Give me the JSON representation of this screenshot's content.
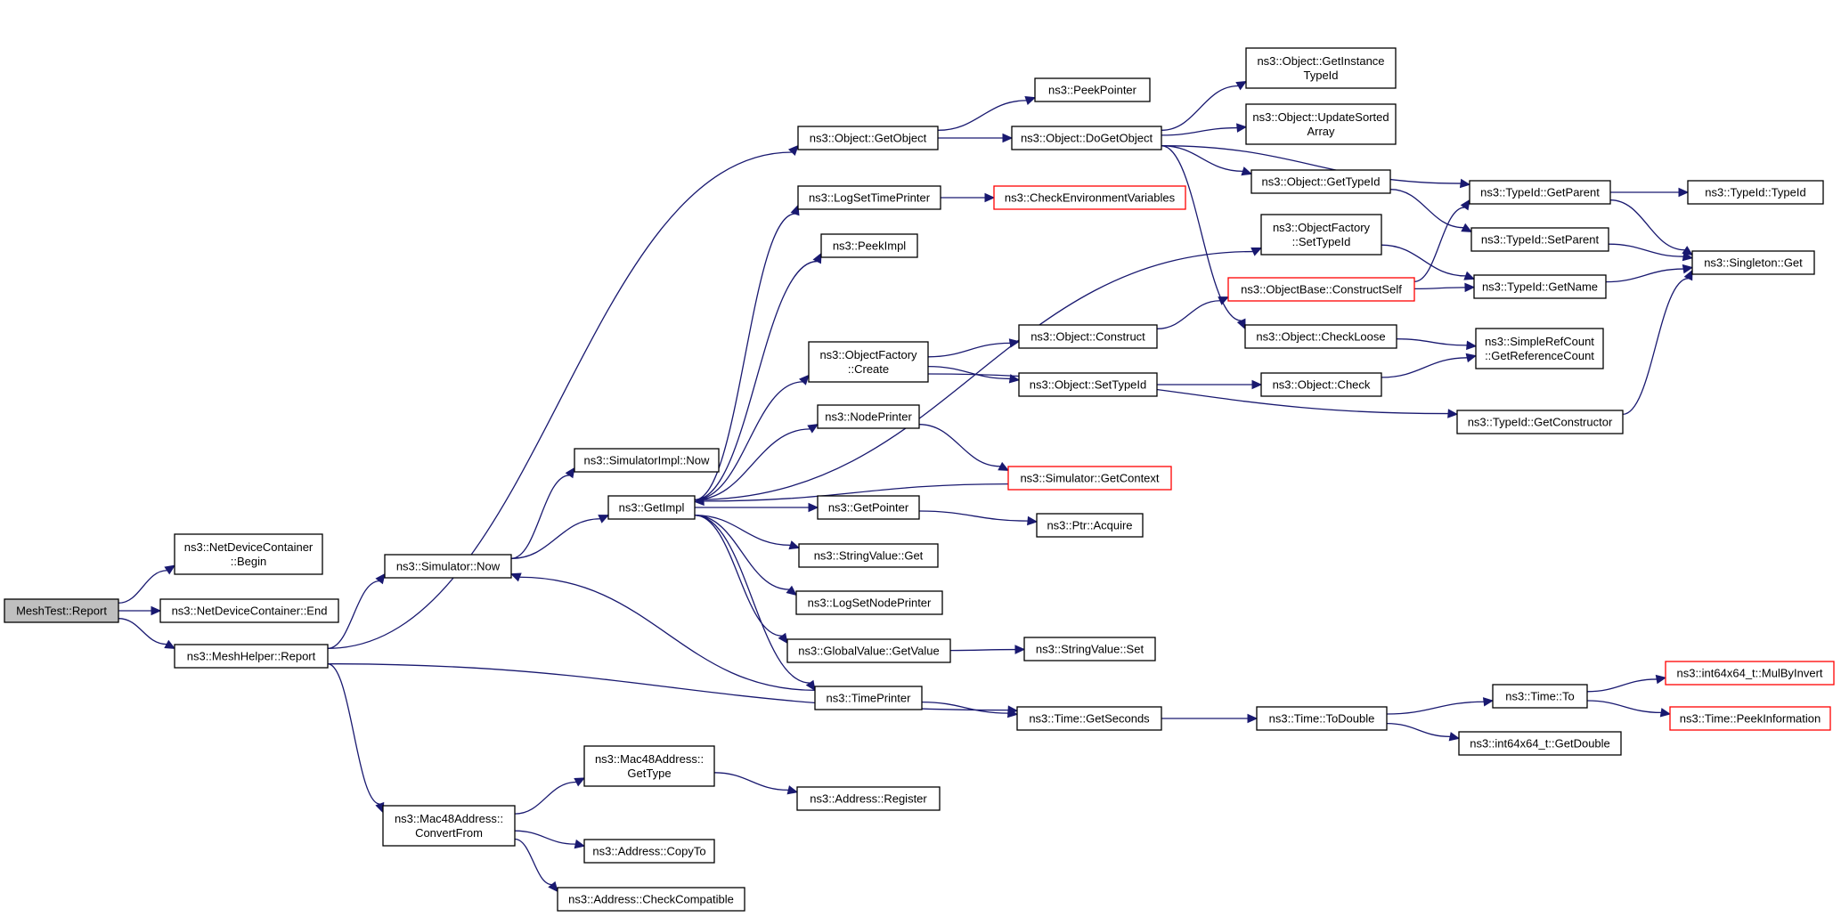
{
  "graph": {
    "edge_color": "#191970",
    "box_border_color": "#000000",
    "incomplete_box_border_color": "#ff0000",
    "root_fill_color": "#bfbfbf",
    "nodes": [
      {
        "id": "root",
        "lines": [
          "MeshTest::Report"
        ],
        "style": "root"
      },
      {
        "id": "ndc_begin",
        "lines": [
          "ns3::NetDeviceContainer",
          "::Begin"
        ]
      },
      {
        "id": "ndc_end",
        "lines": [
          "ns3::NetDeviceContainer::End"
        ]
      },
      {
        "id": "mesh_report",
        "lines": [
          "ns3::MeshHelper::Report"
        ]
      },
      {
        "id": "sim_now",
        "lines": [
          "ns3::Simulator::Now"
        ]
      },
      {
        "id": "mac_convert",
        "lines": [
          "ns3::Mac48Address::",
          "ConvertFrom"
        ]
      },
      {
        "id": "get_object",
        "lines": [
          "ns3::Object::GetObject"
        ]
      },
      {
        "id": "simimpl_now",
        "lines": [
          "ns3::SimulatorImpl::Now"
        ]
      },
      {
        "id": "get_impl",
        "lines": [
          "ns3::GetImpl"
        ]
      },
      {
        "id": "mac_gettype",
        "lines": [
          "ns3::Mac48Address::",
          "GetType"
        ]
      },
      {
        "id": "addr_copyto",
        "lines": [
          "ns3::Address::CopyTo"
        ]
      },
      {
        "id": "addr_checkcompat",
        "lines": [
          "ns3::Address::CheckCompatible"
        ]
      },
      {
        "id": "peek_pointer",
        "lines": [
          "ns3::PeekPointer"
        ]
      },
      {
        "id": "do_get_object",
        "lines": [
          "ns3::Object::DoGetObject"
        ]
      },
      {
        "id": "log_set_time",
        "lines": [
          "ns3::LogSetTimePrinter"
        ]
      },
      {
        "id": "check_env",
        "lines": [
          "ns3::CheckEnvironmentVariables"
        ],
        "style": "red"
      },
      {
        "id": "peek_impl",
        "lines": [
          "ns3::PeekImpl"
        ]
      },
      {
        "id": "of_create",
        "lines": [
          "ns3::ObjectFactory",
          "::Create"
        ]
      },
      {
        "id": "node_printer",
        "lines": [
          "ns3::NodePrinter"
        ]
      },
      {
        "id": "get_pointer",
        "lines": [
          "ns3::GetPointer"
        ]
      },
      {
        "id": "sv_get",
        "lines": [
          "ns3::StringValue::Get"
        ]
      },
      {
        "id": "log_set_node",
        "lines": [
          "ns3::LogSetNodePrinter"
        ]
      },
      {
        "id": "gv_getvalue",
        "lines": [
          "ns3::GlobalValue::GetValue"
        ]
      },
      {
        "id": "time_printer",
        "lines": [
          "ns3::TimePrinter"
        ]
      },
      {
        "id": "addr_register",
        "lines": [
          "ns3::Address::Register"
        ]
      },
      {
        "id": "obj_construct",
        "lines": [
          "ns3::Object::Construct"
        ]
      },
      {
        "id": "obj_settypeid",
        "lines": [
          "ns3::Object::SetTypeId"
        ]
      },
      {
        "id": "sim_getcontext",
        "lines": [
          "ns3::Simulator::GetContext"
        ],
        "style": "red"
      },
      {
        "id": "ptr_acquire",
        "lines": [
          "ns3::Ptr::Acquire"
        ]
      },
      {
        "id": "sv_set",
        "lines": [
          "ns3::StringValue::Set"
        ]
      },
      {
        "id": "time_getseconds",
        "lines": [
          "ns3::Time::GetSeconds"
        ]
      },
      {
        "id": "obj_getinstance",
        "lines": [
          "ns3::Object::GetInstance",
          "TypeId"
        ]
      },
      {
        "id": "obj_updatesorted",
        "lines": [
          "ns3::Object::UpdateSorted",
          "Array"
        ]
      },
      {
        "id": "obj_gettypeid",
        "lines": [
          "ns3::Object::GetTypeId"
        ]
      },
      {
        "id": "of_settypeid",
        "lines": [
          "ns3::ObjectFactory",
          "::SetTypeId"
        ]
      },
      {
        "id": "ob_constructself",
        "lines": [
          "ns3::ObjectBase::ConstructSelf"
        ],
        "style": "red"
      },
      {
        "id": "obj_checkloose",
        "lines": [
          "ns3::Object::CheckLoose"
        ]
      },
      {
        "id": "obj_check",
        "lines": [
          "ns3::Object::Check"
        ]
      },
      {
        "id": "time_todouble",
        "lines": [
          "ns3::Time::ToDouble"
        ]
      },
      {
        "id": "tid_getparent",
        "lines": [
          "ns3::TypeId::GetParent"
        ]
      },
      {
        "id": "tid_setparent",
        "lines": [
          "ns3::TypeId::SetParent"
        ]
      },
      {
        "id": "tid_getname",
        "lines": [
          "ns3::TypeId::GetName"
        ]
      },
      {
        "id": "src_getrefcount",
        "lines": [
          "ns3::SimpleRefCount",
          "::GetReferenceCount"
        ]
      },
      {
        "id": "tid_getconstructor",
        "lines": [
          "ns3::TypeId::GetConstructor"
        ]
      },
      {
        "id": "time_to",
        "lines": [
          "ns3::Time::To"
        ]
      },
      {
        "id": "i64_getdouble",
        "lines": [
          "ns3::int64x64_t::GetDouble"
        ]
      },
      {
        "id": "tid_typeid",
        "lines": [
          "ns3::TypeId::TypeId"
        ]
      },
      {
        "id": "singleton_get",
        "lines": [
          "ns3::Singleton::Get"
        ]
      },
      {
        "id": "i64_mulbyinvert",
        "lines": [
          "ns3::int64x64_t::MulByInvert"
        ],
        "style": "red"
      },
      {
        "id": "time_peekinfo",
        "lines": [
          "ns3::Time::PeekInformation"
        ],
        "style": "red"
      }
    ],
    "edges": [
      [
        "root",
        "ndc_begin"
      ],
      [
        "root",
        "ndc_end"
      ],
      [
        "root",
        "mesh_report"
      ],
      [
        "mesh_report",
        "sim_now"
      ],
      [
        "mesh_report",
        "mac_convert"
      ],
      [
        "mesh_report",
        "get_object"
      ],
      [
        "mesh_report",
        "time_getseconds"
      ],
      [
        "sim_now",
        "simimpl_now"
      ],
      [
        "sim_now",
        "get_impl"
      ],
      [
        "get_impl",
        "log_set_time"
      ],
      [
        "get_impl",
        "peek_impl"
      ],
      [
        "get_impl",
        "of_settypeid"
      ],
      [
        "get_impl",
        "of_create"
      ],
      [
        "get_impl",
        "node_printer"
      ],
      [
        "get_impl",
        "get_pointer"
      ],
      [
        "get_impl",
        "sv_get"
      ],
      [
        "get_impl",
        "log_set_node"
      ],
      [
        "get_impl",
        "gv_getvalue"
      ],
      [
        "get_impl",
        "time_printer"
      ],
      [
        "mac_convert",
        "mac_gettype"
      ],
      [
        "mac_convert",
        "addr_copyto"
      ],
      [
        "mac_convert",
        "addr_checkcompat"
      ],
      [
        "mac_gettype",
        "addr_register"
      ],
      [
        "get_object",
        "peek_pointer"
      ],
      [
        "get_object",
        "do_get_object"
      ],
      [
        "do_get_object",
        "obj_getinstance"
      ],
      [
        "do_get_object",
        "obj_updatesorted"
      ],
      [
        "do_get_object",
        "obj_gettypeid"
      ],
      [
        "do_get_object",
        "tid_getparent"
      ],
      [
        "do_get_object",
        "obj_checkloose"
      ],
      [
        "log_set_time",
        "check_env"
      ],
      [
        "of_create",
        "obj_construct"
      ],
      [
        "of_create",
        "obj_settypeid"
      ],
      [
        "of_create",
        "tid_getconstructor"
      ],
      [
        "node_printer",
        "sim_getcontext"
      ],
      [
        "sim_getcontext",
        "get_impl"
      ],
      [
        "get_pointer",
        "ptr_acquire"
      ],
      [
        "gv_getvalue",
        "sv_set"
      ],
      [
        "time_printer",
        "sim_now"
      ],
      [
        "time_printer",
        "time_getseconds"
      ],
      [
        "obj_construct",
        "ob_constructself"
      ],
      [
        "obj_settypeid",
        "obj_check"
      ],
      [
        "time_getseconds",
        "time_todouble"
      ],
      [
        "time_todouble",
        "time_to"
      ],
      [
        "time_todouble",
        "i64_getdouble"
      ],
      [
        "obj_gettypeid",
        "tid_setparent"
      ],
      [
        "of_settypeid",
        "tid_getname"
      ],
      [
        "ob_constructself",
        "tid_getparent"
      ],
      [
        "ob_constructself",
        "tid_getname"
      ],
      [
        "obj_checkloose",
        "src_getrefcount"
      ],
      [
        "obj_check",
        "src_getrefcount"
      ],
      [
        "tid_getparent",
        "tid_typeid"
      ],
      [
        "tid_getparent",
        "singleton_get"
      ],
      [
        "tid_setparent",
        "singleton_get"
      ],
      [
        "tid_getname",
        "singleton_get"
      ],
      [
        "tid_getconstructor",
        "singleton_get"
      ],
      [
        "time_to",
        "i64_mulbyinvert"
      ],
      [
        "time_to",
        "time_peekinfo"
      ]
    ]
  }
}
